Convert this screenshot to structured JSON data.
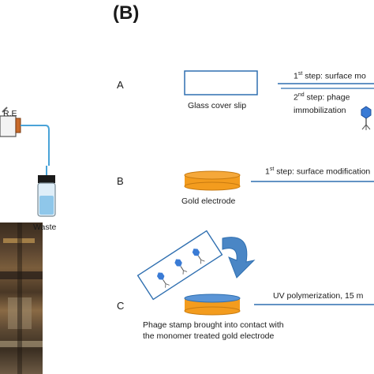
{
  "panel": {
    "label": "(B)"
  },
  "left": {
    "re_label": "R.E",
    "waste_label": "Waste"
  },
  "rows": [
    {
      "label": "A",
      "caption": "Glass cover slip",
      "step1_prefix": "1",
      "step1_sup": "st",
      "step1_text": " step: surface mo",
      "step2_prefix": "2",
      "step2_sup": "nd",
      "step2_text": " step: phage",
      "step2_line2": "immobilization"
    },
    {
      "label": "B",
      "caption": "Gold electrode",
      "step1_prefix": "1",
      "step1_sup": "st",
      "step1_text": " step: surface modification"
    },
    {
      "label": "C",
      "caption_line1": "Phage stamp brought into contact with",
      "caption_line2": "the monomer treated gold electrode",
      "step_text": "UV polymerization, 15 m"
    }
  ],
  "colors": {
    "line_blue": "#2f6fb0",
    "gold_fill": "#f39c1e",
    "gold_edge": "#c77a10",
    "arrow_blue": "#4a86c5",
    "phage_blue": "#3a7bd5",
    "monomer_blue": "#5b95d6"
  },
  "icons": [
    "phage-icon",
    "curved-arrow-icon",
    "vial-icon",
    "flow-cell-icon"
  ]
}
